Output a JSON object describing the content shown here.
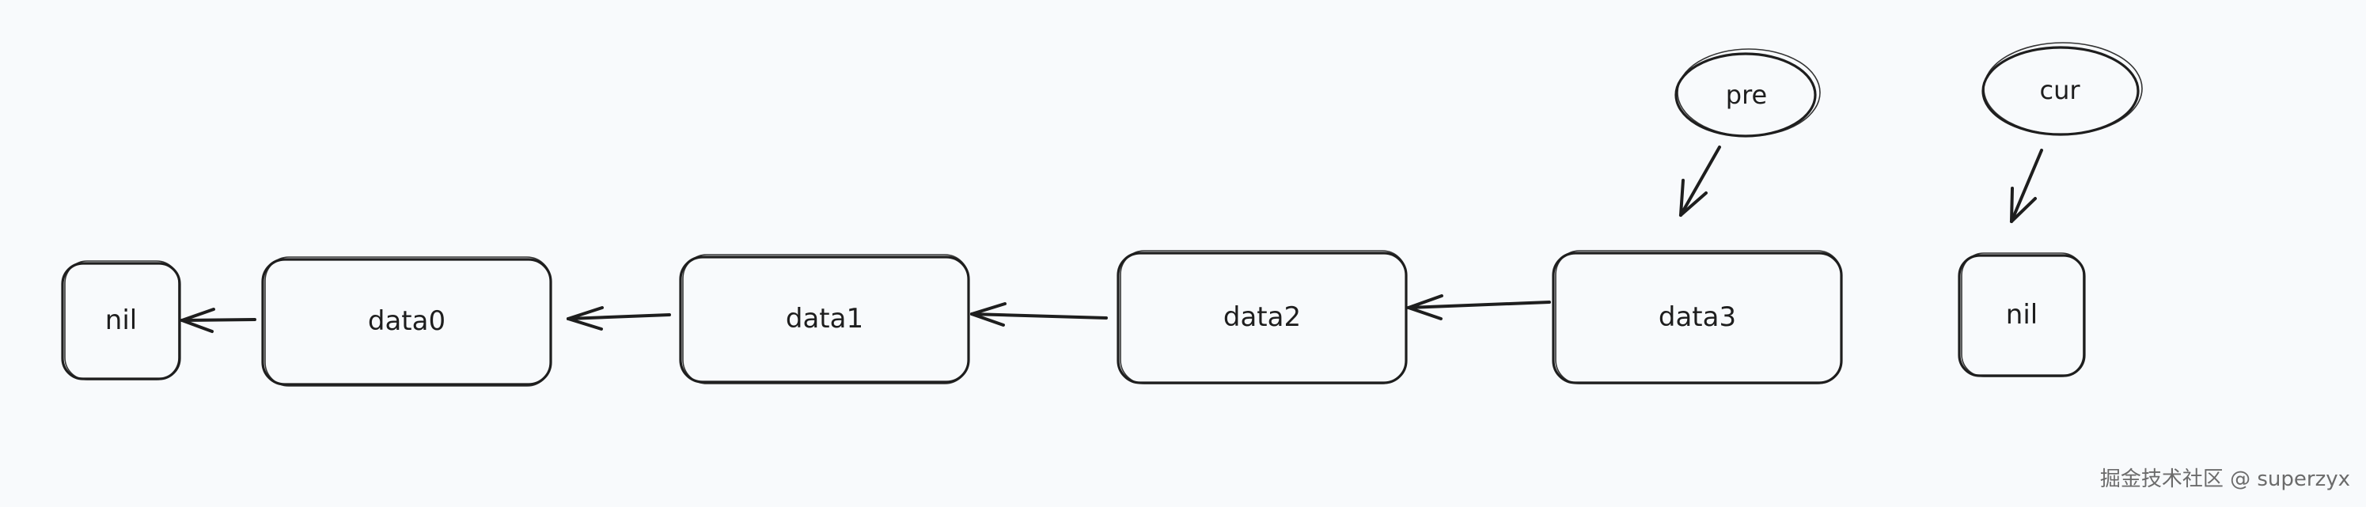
{
  "nodes": {
    "nil_left": "nil",
    "data0": "data0",
    "data1": "data1",
    "data2": "data2",
    "data3": "data3",
    "nil_right": "nil"
  },
  "pointers": {
    "pre": "pre",
    "cur": "cur"
  },
  "watermark": "掘金技术社区 @ superzyx",
  "colors": {
    "background": "#f8fafc",
    "stroke": "#1e1e1e"
  }
}
